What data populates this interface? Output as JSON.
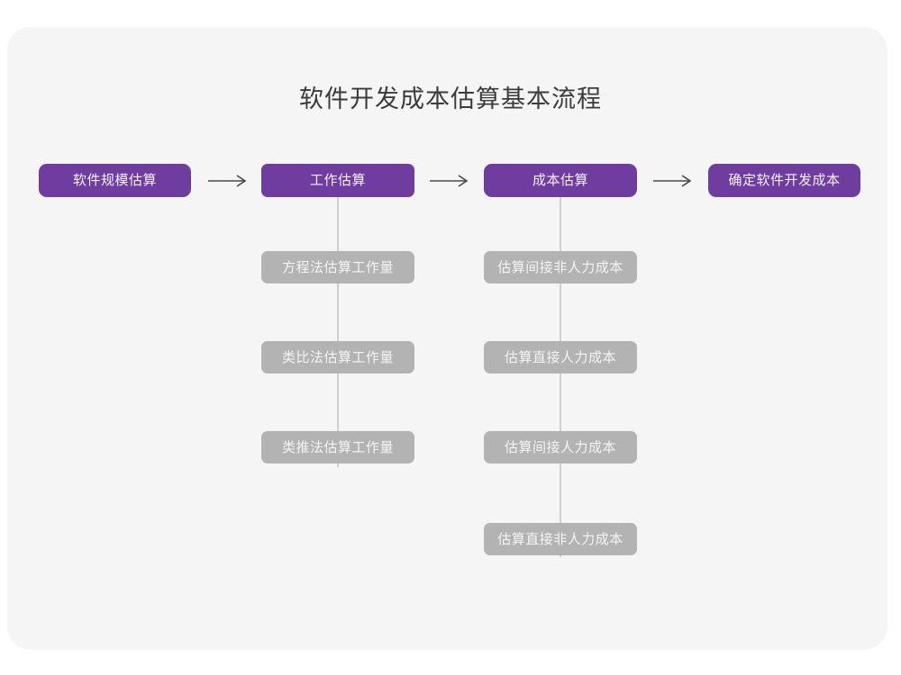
{
  "page": {
    "title": "软件开发成本估算基本流程",
    "background": "#ffffff",
    "card_background": "#f5f5f6"
  },
  "colors": {
    "primary": "#6f3d9f",
    "secondary": "#b3b3b3",
    "connector": "#cfcfcf",
    "arrow": "#4a4a4a",
    "title_text": "#3b3b3b",
    "node_text": "#f4f1f7"
  },
  "flow": {
    "main_steps": [
      {
        "label": "软件规模估算"
      },
      {
        "label": "工作估算"
      },
      {
        "label": "成本估算"
      },
      {
        "label": "确定软件开发成本"
      }
    ],
    "arrows": [
      {
        "glyph": "⟶",
        "name": "arrow-1"
      },
      {
        "glyph": "⟶",
        "name": "arrow-2"
      },
      {
        "glyph": "⟶",
        "name": "arrow-3"
      }
    ],
    "branches": [
      {
        "parent": "工作估算",
        "items": [
          {
            "label": "方程法估算工作量"
          },
          {
            "label": "类比法估算工作量"
          },
          {
            "label": "类推法估算工作量"
          }
        ]
      },
      {
        "parent": "成本估算",
        "items": [
          {
            "label": "估算间接非人力成本"
          },
          {
            "label": "估算直接人力成本"
          },
          {
            "label": "估算间接人力成本"
          },
          {
            "label": "估算直接非人力成本"
          }
        ]
      }
    ]
  }
}
